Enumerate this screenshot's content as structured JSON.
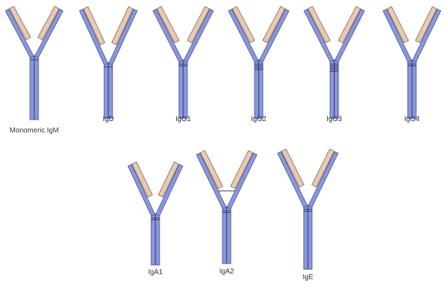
{
  "colors": {
    "heavy_chain": "#8c97d6",
    "heavy_chain_outline": "#4a5aa8",
    "light_chain": "#e6cbb4",
    "light_chain_outline": "#8a6a55",
    "label": "#333333",
    "background": "#ffffff"
  },
  "antibodies": [
    {
      "label": "Monomeric IgM",
      "disulfide_bonds": 1
    },
    {
      "label": "IgD",
      "disulfide_bonds": 1
    },
    {
      "label": "IgG1",
      "disulfide_bonds": 2
    },
    {
      "label": "IgG2",
      "disulfide_bonds": 4
    },
    {
      "label": "IgG3",
      "disulfide_bonds": 5
    },
    {
      "label": "IgG4",
      "disulfide_bonds": 2
    },
    {
      "label": "IgA1",
      "disulfide_bonds": 2
    },
    {
      "label": "IgA2",
      "disulfide_bonds": 2
    },
    {
      "label": "IgE",
      "disulfide_bonds": 2
    }
  ]
}
